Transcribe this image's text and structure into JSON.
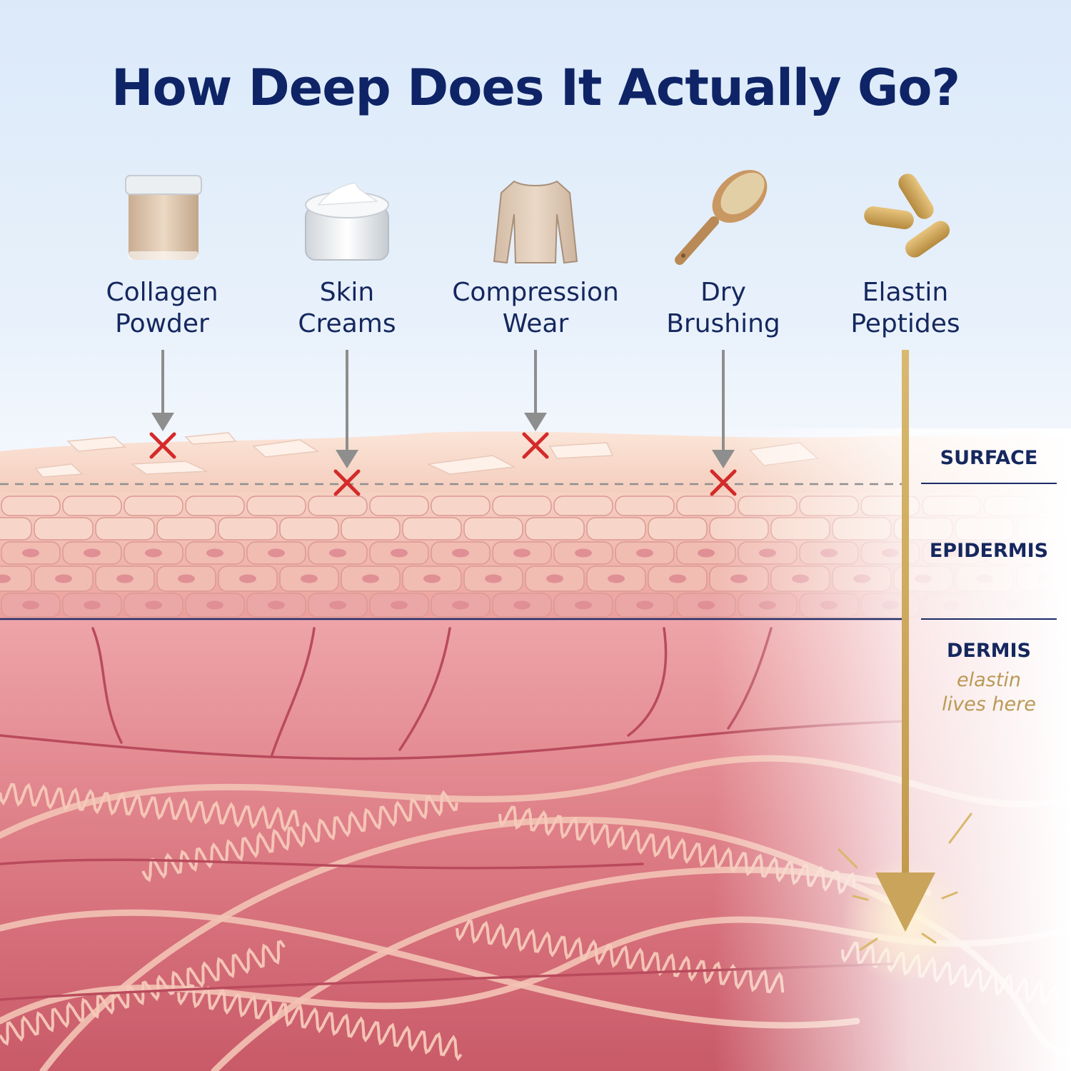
{
  "title": "How Deep Does It Actually Go?",
  "products": [
    {
      "line1": "Collagen",
      "line2": "Powder",
      "icon": "collagen-jar-icon",
      "result": "blocked"
    },
    {
      "line1": "Skin",
      "line2": "Creams",
      "icon": "cream-jar-icon",
      "result": "blocked"
    },
    {
      "line1": "Compression",
      "line2": "Wear",
      "icon": "shirt-icon",
      "result": "blocked"
    },
    {
      "line1": "Dry",
      "line2": "Brushing",
      "icon": "brush-icon",
      "result": "blocked"
    },
    {
      "line1": "Elastin",
      "line2": "Peptides",
      "icon": "capsules-icon",
      "result": "reaches dermis"
    }
  ],
  "layers": {
    "surface": "SURFACE",
    "epidermis": "EPIDERMIS",
    "dermis": "DERMIS",
    "dermis_note_1": "elastin",
    "dermis_note_2": "lives here"
  },
  "colors": {
    "title": "#0e2466",
    "label": "#15275e",
    "gold": "#c9a45a",
    "blocked_x": "#d42a2a",
    "grey_arrow": "#8e8e8e",
    "dermis": "#d9737e",
    "epidermis": "#efb8ad"
  }
}
